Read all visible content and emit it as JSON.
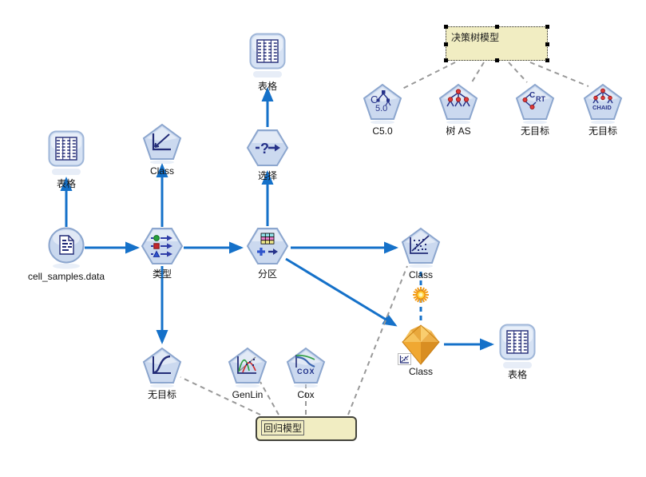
{
  "app": {
    "name": "stream-canvas"
  },
  "nodes": [
    {
      "id": "table-left",
      "label": "表格",
      "type": "table-output"
    },
    {
      "id": "source",
      "label": "cell_samples.data",
      "type": "data-source"
    },
    {
      "id": "plot-class",
      "label": "Class",
      "type": "plot-graph"
    },
    {
      "id": "type",
      "label": "类型",
      "type": "type-node"
    },
    {
      "id": "no-target-logistic",
      "label": "无目标",
      "type": "logistic-model"
    },
    {
      "id": "table-top",
      "label": "表格",
      "type": "table-output"
    },
    {
      "id": "select",
      "label": "选择",
      "type": "select-node"
    },
    {
      "id": "partition",
      "label": "分区",
      "type": "partition-node"
    },
    {
      "id": "genlin",
      "label": "GenLin",
      "type": "genlin-model"
    },
    {
      "id": "cox",
      "label": "Cox",
      "type": "cox-model"
    },
    {
      "id": "scatter-class",
      "label": "Class",
      "type": "scatter-graph"
    },
    {
      "id": "nugget-class",
      "label": "Class",
      "type": "model-nugget"
    },
    {
      "id": "table-right",
      "label": "表格",
      "type": "table-output"
    },
    {
      "id": "c50",
      "label": "C5.0",
      "type": "c50-model"
    },
    {
      "id": "tree-as",
      "label": "树 AS",
      "type": "tree-as-model"
    },
    {
      "id": "no-target-crt",
      "label": "无目标",
      "type": "crt-model"
    },
    {
      "id": "no-target-chaid",
      "label": "无目标",
      "type": "chaid-model"
    }
  ],
  "comments": [
    {
      "id": "decision-tree-comment",
      "text": "决策树模型",
      "selected": true,
      "links_to": [
        "c50",
        "tree-as",
        "no-target-crt",
        "no-target-chaid"
      ]
    },
    {
      "id": "regression-comment",
      "text": "回归模型",
      "selected": false,
      "links_to": [
        "no-target-logistic",
        "genlin",
        "cox",
        "scatter-class"
      ]
    }
  ],
  "edges": [
    {
      "from": "source",
      "to": "table-left",
      "kind": "flow"
    },
    {
      "from": "source",
      "to": "type",
      "kind": "flow"
    },
    {
      "from": "type",
      "to": "plot-class",
      "kind": "flow"
    },
    {
      "from": "type",
      "to": "no-target-logistic",
      "kind": "flow"
    },
    {
      "from": "type",
      "to": "partition",
      "kind": "flow"
    },
    {
      "from": "partition",
      "to": "select",
      "kind": "flow"
    },
    {
      "from": "select",
      "to": "table-top",
      "kind": "flow"
    },
    {
      "from": "partition",
      "to": "scatter-class",
      "kind": "flow"
    },
    {
      "from": "partition",
      "to": "nugget-class",
      "kind": "flow"
    },
    {
      "from": "nugget-class",
      "to": "table-right",
      "kind": "flow"
    },
    {
      "from": "scatter-class",
      "to": "nugget-class",
      "kind": "model-link"
    }
  ],
  "colors": {
    "arrow_blue": "#1571C9",
    "dashed_gray": "#999999",
    "node_fill": "#CBD9EF",
    "node_border": "#8CA6CE",
    "icon_navy": "#232C77",
    "comment_fill": "#F1EDC2",
    "nugget_gold": "#F0A32F",
    "star_orange": "#F29A16"
  }
}
